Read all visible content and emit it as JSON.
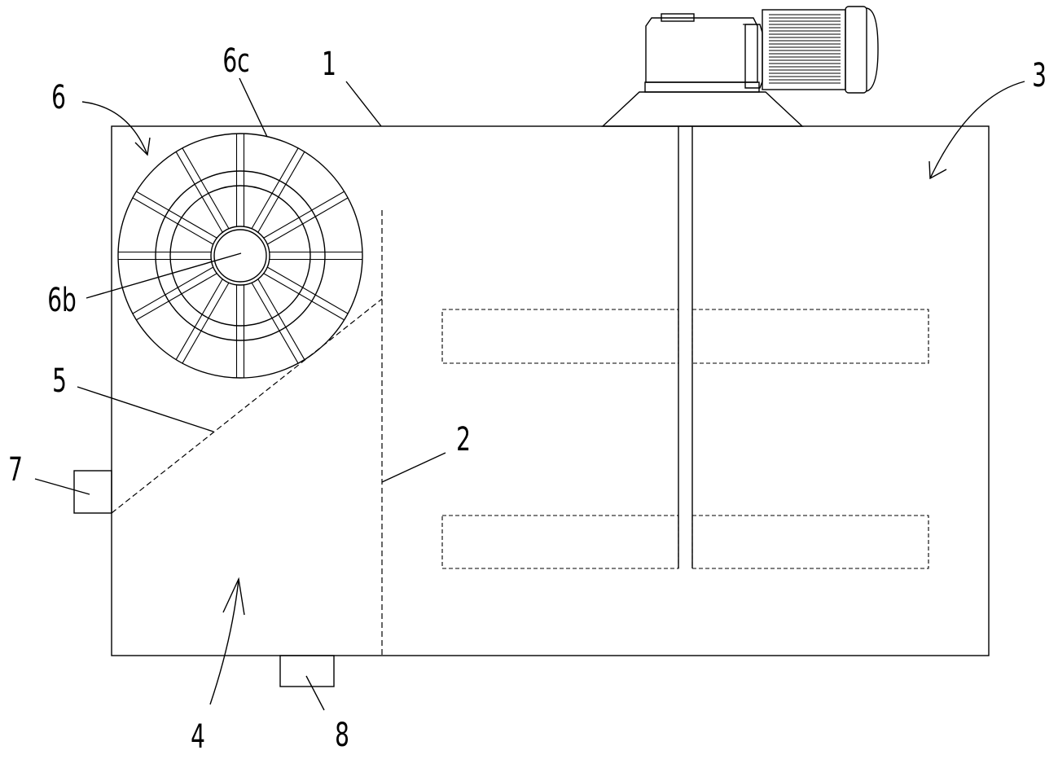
{
  "labels": {
    "tank": "1",
    "partition": "2",
    "mixing_zone": "3",
    "settling_zone": "4",
    "inclined_plate": "5",
    "drum_assembly": "6",
    "drum_shaft": "6b",
    "drum_cage": "6c",
    "side_outlet": "7",
    "bottom_outlet": "8"
  }
}
